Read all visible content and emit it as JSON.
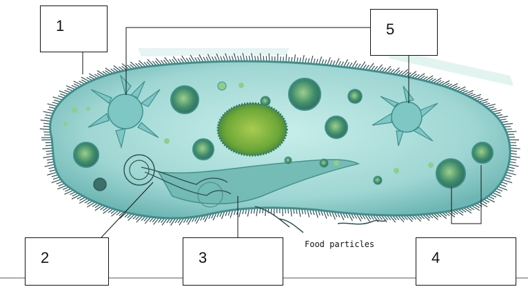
{
  "labels": {
    "box1": "1",
    "box2": "2",
    "box3": "3",
    "box4": "4",
    "box5": "5"
  },
  "annotations": {
    "food_particles": "Food particles"
  },
  "colors": {
    "cytoplasm": "#a9dede",
    "membrane": "#3e8f8f",
    "cilia": "#2a4a4a",
    "macronucleus": "#7fb54a",
    "vacuole": "#4f9a7f",
    "contractile_vacuole": "#7ec7c5"
  }
}
